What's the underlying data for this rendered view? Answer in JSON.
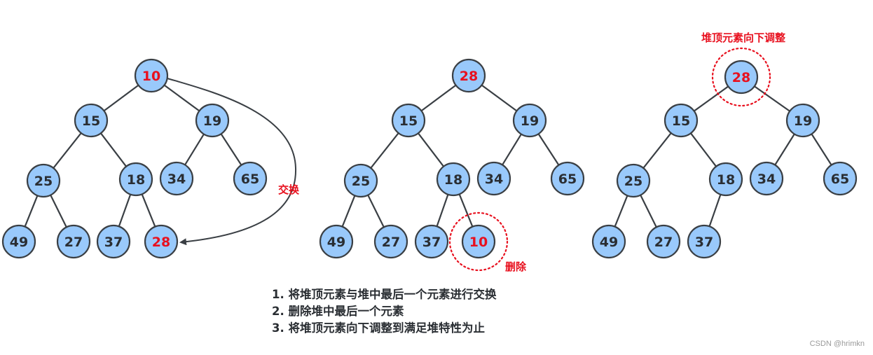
{
  "trees": [
    {
      "id": "tree-1",
      "nodes": [
        {
          "label": "10",
          "red": true
        },
        {
          "label": "15",
          "red": false
        },
        {
          "label": "19",
          "red": false
        },
        {
          "label": "25",
          "red": false
        },
        {
          "label": "18",
          "red": false
        },
        {
          "label": "34",
          "red": false
        },
        {
          "label": "65",
          "red": false
        },
        {
          "label": "49",
          "red": false
        },
        {
          "label": "27",
          "red": false
        },
        {
          "label": "37",
          "red": false
        },
        {
          "label": "28",
          "red": true
        }
      ]
    },
    {
      "id": "tree-2",
      "nodes": [
        {
          "label": "28",
          "red": true
        },
        {
          "label": "15",
          "red": false
        },
        {
          "label": "19",
          "red": false
        },
        {
          "label": "25",
          "red": false
        },
        {
          "label": "18",
          "red": false
        },
        {
          "label": "34",
          "red": false
        },
        {
          "label": "65",
          "red": false
        },
        {
          "label": "49",
          "red": false
        },
        {
          "label": "27",
          "red": false
        },
        {
          "label": "37",
          "red": false
        },
        {
          "label": "10",
          "red": true
        }
      ]
    },
    {
      "id": "tree-3",
      "nodes": [
        {
          "label": "28",
          "red": true
        },
        {
          "label": "15",
          "red": false
        },
        {
          "label": "19",
          "red": false
        },
        {
          "label": "25",
          "red": false
        },
        {
          "label": "18",
          "red": false
        },
        {
          "label": "34",
          "red": false
        },
        {
          "label": "65",
          "red": false
        },
        {
          "label": "49",
          "red": false
        },
        {
          "label": "27",
          "red": false
        },
        {
          "label": "37",
          "red": false
        }
      ]
    }
  ],
  "labels": {
    "swap": "交换",
    "delete": "删除",
    "adjust_down": "堆顶元素向下调整"
  },
  "steps": [
    "1. 将堆顶元素与堆中最后一个元素进行交换",
    "2. 删除堆中最后一个元素",
    "3. 将堆顶元素向下调整到满足堆特性为止"
  ],
  "watermark": "CSDN @hrimkn",
  "colors": {
    "node_fill": "#99c9fb",
    "outline": "#3a3f44",
    "highlight": "#e8101e"
  }
}
